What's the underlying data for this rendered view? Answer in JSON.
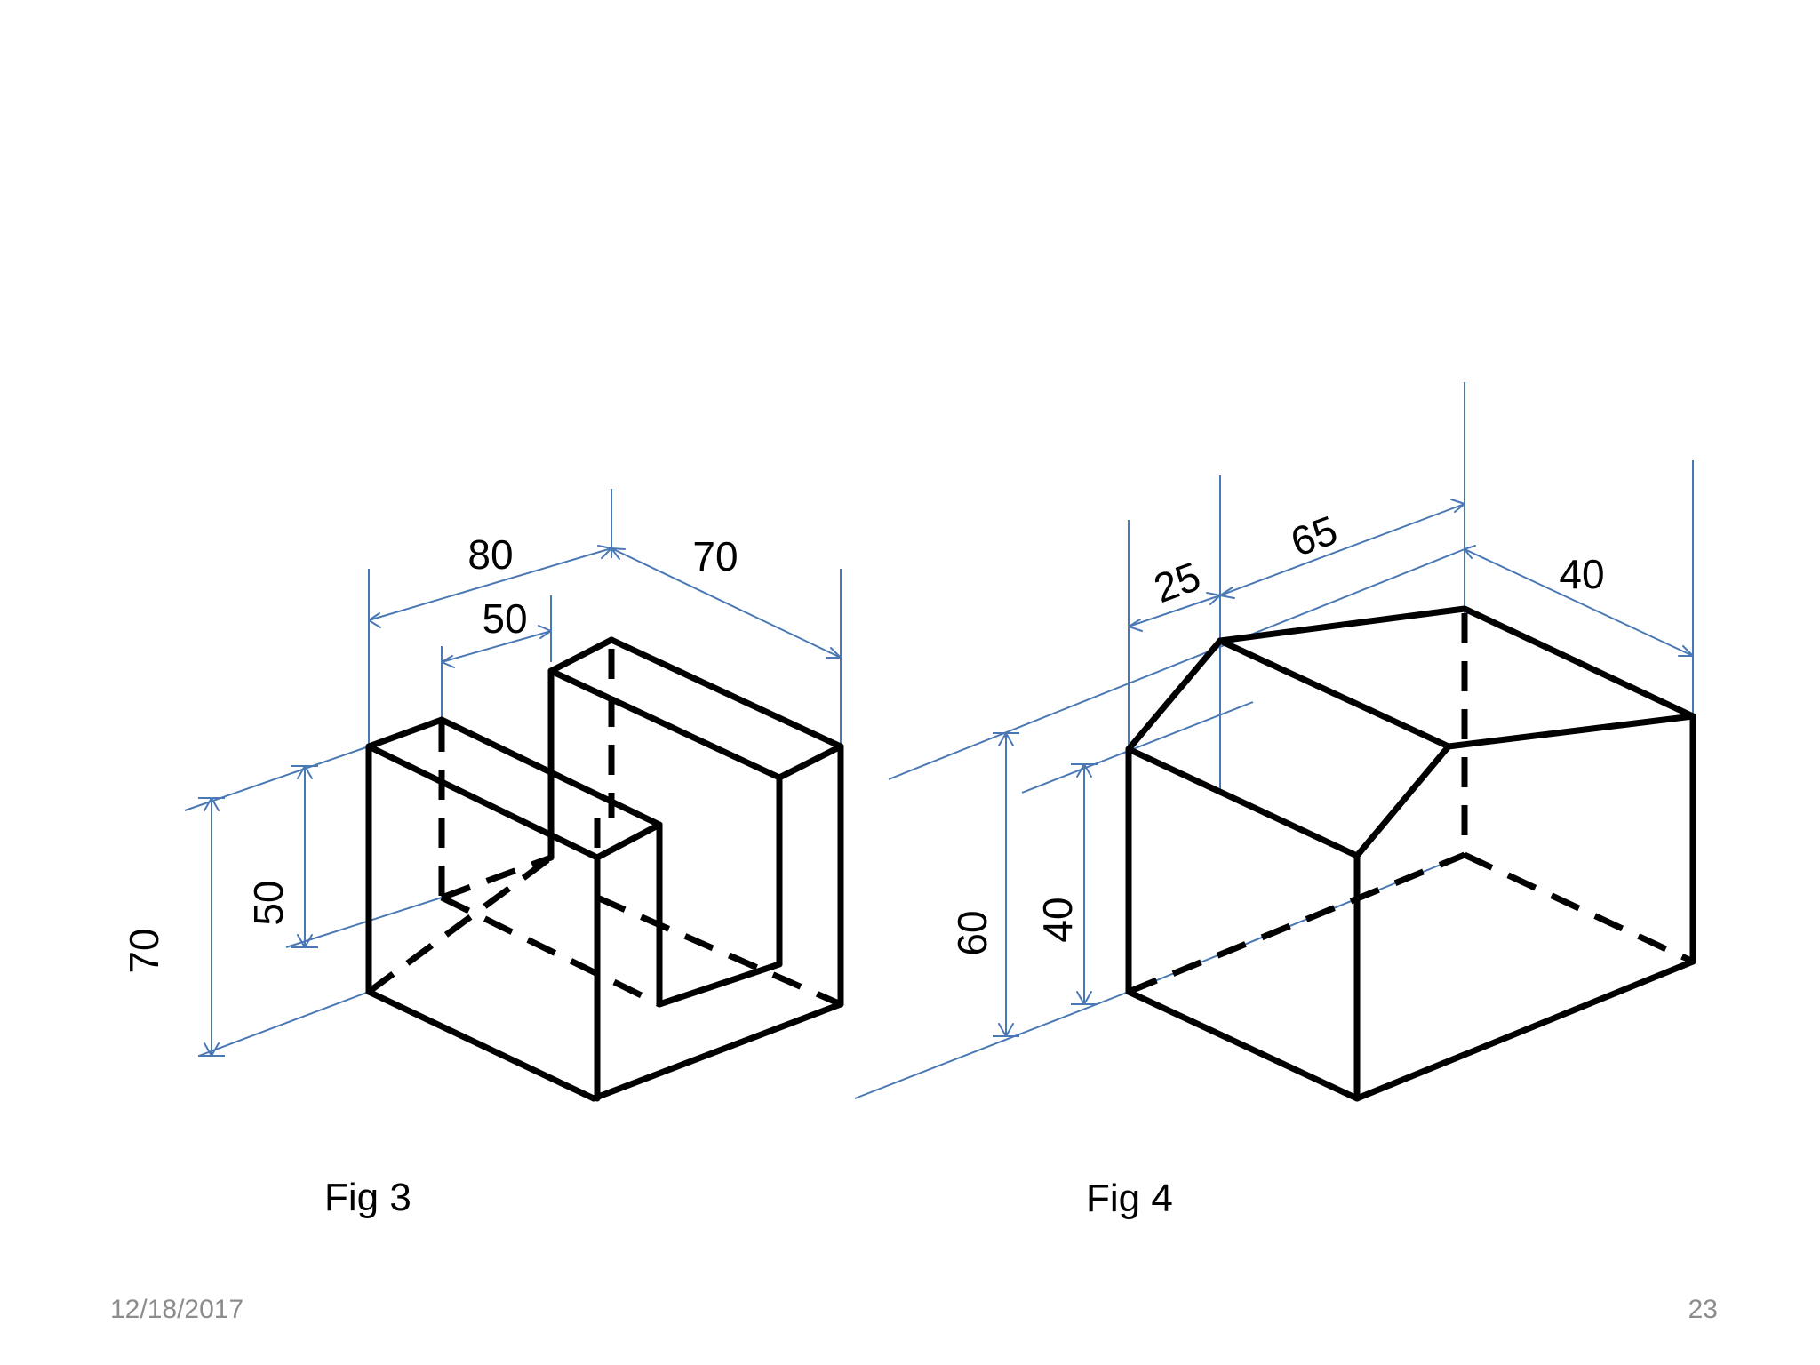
{
  "figures": [
    {
      "caption": "Fig 3",
      "dimensions": {
        "width": "80",
        "notch": "50",
        "depth": "70",
        "height": "70",
        "step_height": "50"
      }
    },
    {
      "caption": "Fig 4",
      "dimensions": {
        "chamfer": "25",
        "top": "65",
        "depth": "40",
        "height": "60",
        "eave_height": "40"
      }
    }
  ],
  "footer": {
    "date": "12/18/2017",
    "page": "23"
  },
  "colors": {
    "dimension_lines": "#4a78b5",
    "object_lines": "#000000",
    "footer_text": "#8c8c8c"
  }
}
